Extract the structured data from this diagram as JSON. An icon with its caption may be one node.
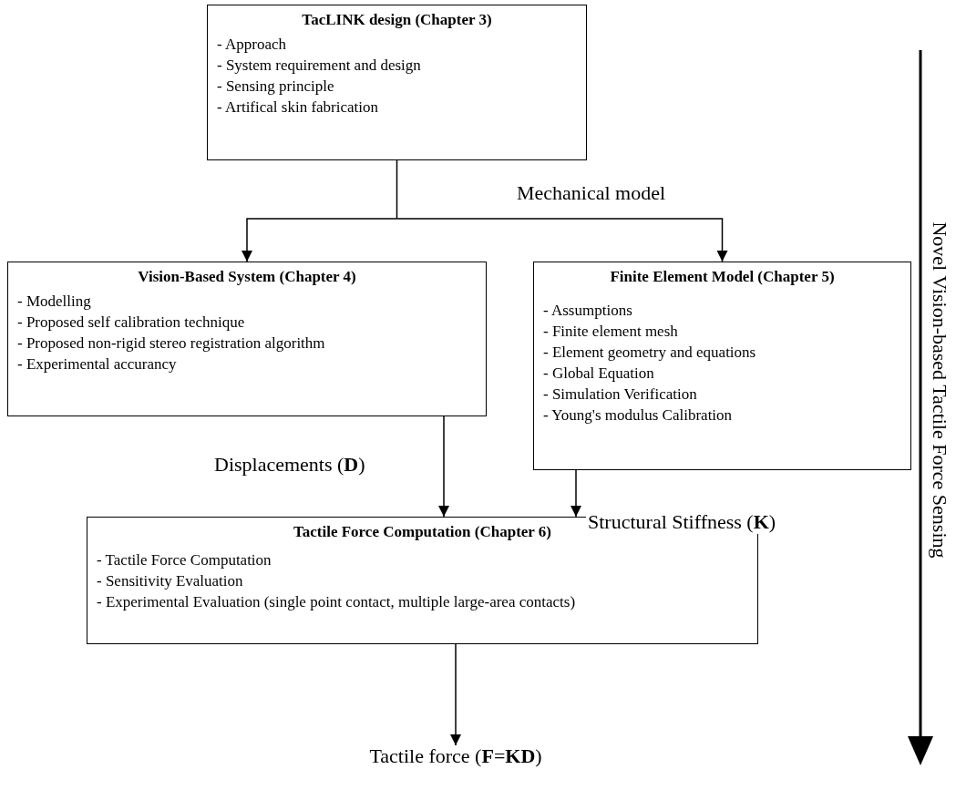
{
  "diagram": {
    "nodes": [
      {
        "text": [
          "TacLINK design (Chapter 3)",
          "- Approach",
          "- System requirement and design",
          "- Sensing principle",
          "- Artifical skin fabrication"
        ]
      },
      {
        "text": [
          "Vision-Based System (Chapter 4)",
          "- Modelling",
          "- Proposed self calibration technique",
          "- Proposed non-rigid stereo registration algorithm",
          "- Experimental accurancy"
        ]
      },
      {
        "text": [
          "Finite Element Model (Chapter 5)",
          "- Assumptions",
          "- Finite element mesh",
          "- Element geometry and equations",
          "- Global Equation",
          "- Simulation Verification",
          "- Young's modulus Calibration"
        ]
      },
      {
        "text": [
          "Tactile Force Computation (Chapter 6)",
          "- Tactile Force Computation",
          "- Sensitivity Evaluation",
          "- Experimental Evaluation (single point contact, multiple large-area contacts)"
        ]
      },
      {
        "text": [
          "Tactile force (**F**=**KD**)"
        ]
      }
    ],
    "edges": [
      {
        "from": 0,
        "to": 1,
        "arrow": "to"
      },
      {
        "from": 0,
        "to": 2,
        "arrow": "to",
        "label": "Mechanical model"
      },
      {
        "from": 1,
        "to": 3,
        "arrow": "to",
        "label": "Displacements (**D**)"
      },
      {
        "from": 2,
        "to": 3,
        "arrow": "to",
        "label": "Structural Stiffness (**K**)"
      },
      {
        "from": 3,
        "to": 4,
        "arrow": "to"
      }
    ],
    "labels": [
      "Novel Vision-based Tactile Force Sensing"
    ]
  }
}
